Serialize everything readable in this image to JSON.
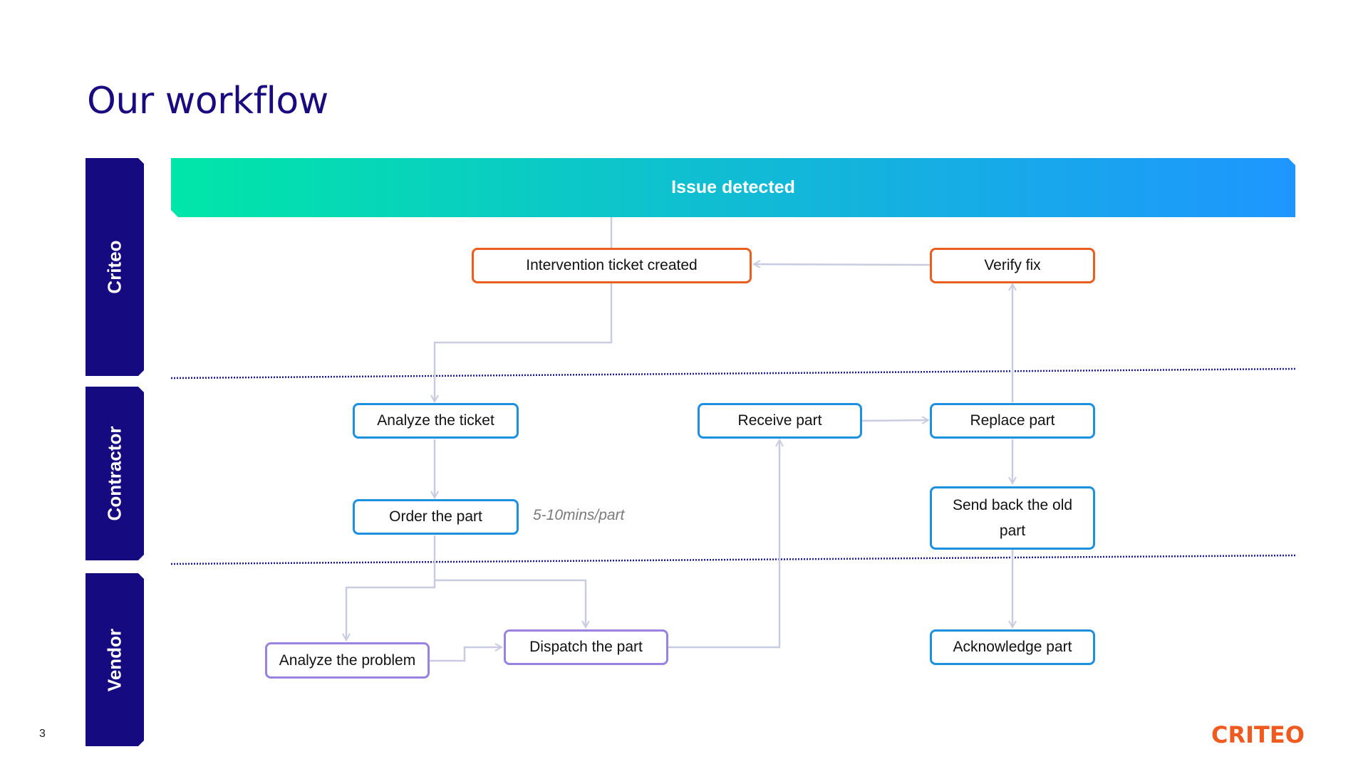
{
  "title": "Our workflow",
  "lanes": [
    {
      "label": "Criteo"
    },
    {
      "label": "Contractor"
    },
    {
      "label": "Vendor"
    }
  ],
  "banner": {
    "label": "Issue detected"
  },
  "boxes": {
    "intervention_ticket": "Intervention ticket created",
    "verify_fix": "Verify fix",
    "analyze_ticket": "Analyze the ticket",
    "receive_part": "Receive part",
    "replace_part": "Replace part",
    "order_part": "Order the part",
    "send_back_part": "Send back the old part",
    "analyze_problem": "Analyze the problem",
    "dispatch_part": "Dispatch the part",
    "acknowledge_part": "Acknowledge part"
  },
  "note": "5-10mins/part",
  "page_number": "3",
  "logo_text": "CRITEO",
  "colors": {
    "lane": "#150a80",
    "criteo_step": "#ea5e1f",
    "contractor_step": "#1e90e0",
    "vendor_step": "#9a82e0",
    "connector": "#c9cce0",
    "divider": "#1a1a8c",
    "brand": "#f05a1e"
  }
}
